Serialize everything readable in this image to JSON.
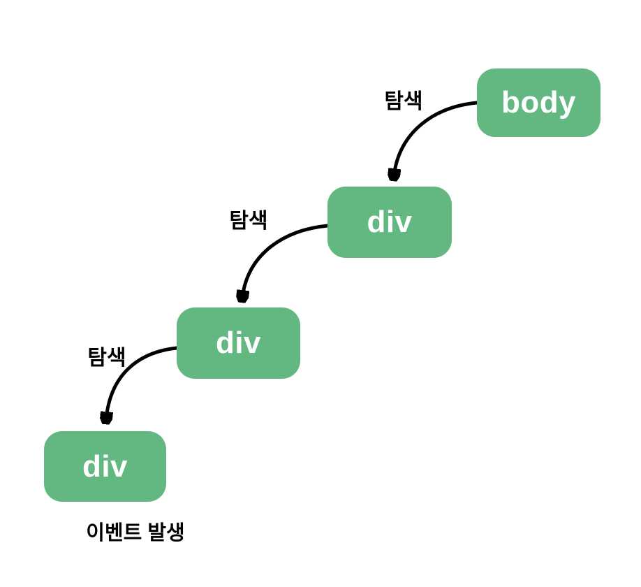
{
  "diagram": {
    "nodes": [
      {
        "label": "body"
      },
      {
        "label": "div"
      },
      {
        "label": "div"
      },
      {
        "label": "div"
      }
    ],
    "edges": [
      {
        "from": "body",
        "to": "div-1",
        "label": "탐색"
      },
      {
        "from": "div-1",
        "to": "div-2",
        "label": "탐색"
      },
      {
        "from": "div-2",
        "to": "div-3",
        "label": "탐색"
      }
    ],
    "caption": "이벤트 발생",
    "colors": {
      "node_fill": "#63B882",
      "node_text": "#FFFFFF",
      "arrow": "#000000",
      "label_text": "#000000",
      "background": "#FFFFFF"
    }
  }
}
